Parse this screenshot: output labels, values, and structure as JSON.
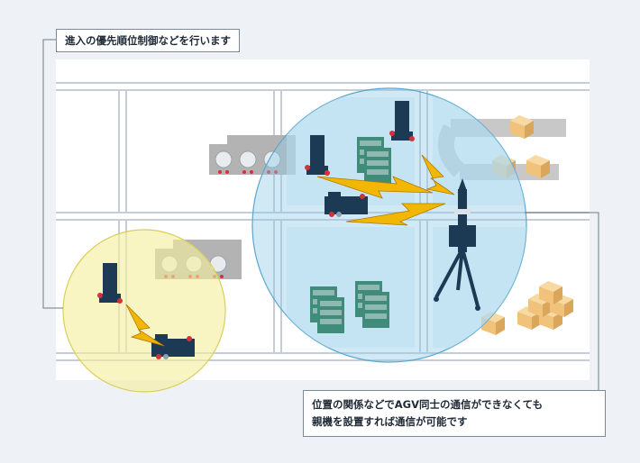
{
  "callouts": {
    "priority": "進入の優先順位制御などを行います",
    "parent_line1": "位置の関係などでAGV同士の通信ができなくても",
    "parent_line2": "親機を設置すれば通信が可能です"
  },
  "colors": {
    "background": "#eef2f6",
    "floor": "#ffffff",
    "road_line": "#c5ced8",
    "agv_navy": "#1d3a55",
    "warning_red": "#d6303a",
    "lightning": "#f2b705",
    "lightning_outline": "#b07800",
    "blue_zone": "#8fcbe8",
    "yellow_zone": "#f5ef9e",
    "machine_gray": "#b3b3b3",
    "rack_green": "#4f9a88",
    "box_tan": "#f0c27a",
    "leader_line": "#6d7a86"
  },
  "icons": [
    "agv-icon",
    "lightning-icon",
    "antenna-tripod-icon",
    "machine-icon",
    "rack-icon",
    "cardboard-box-icon",
    "conveyor-icon"
  ]
}
